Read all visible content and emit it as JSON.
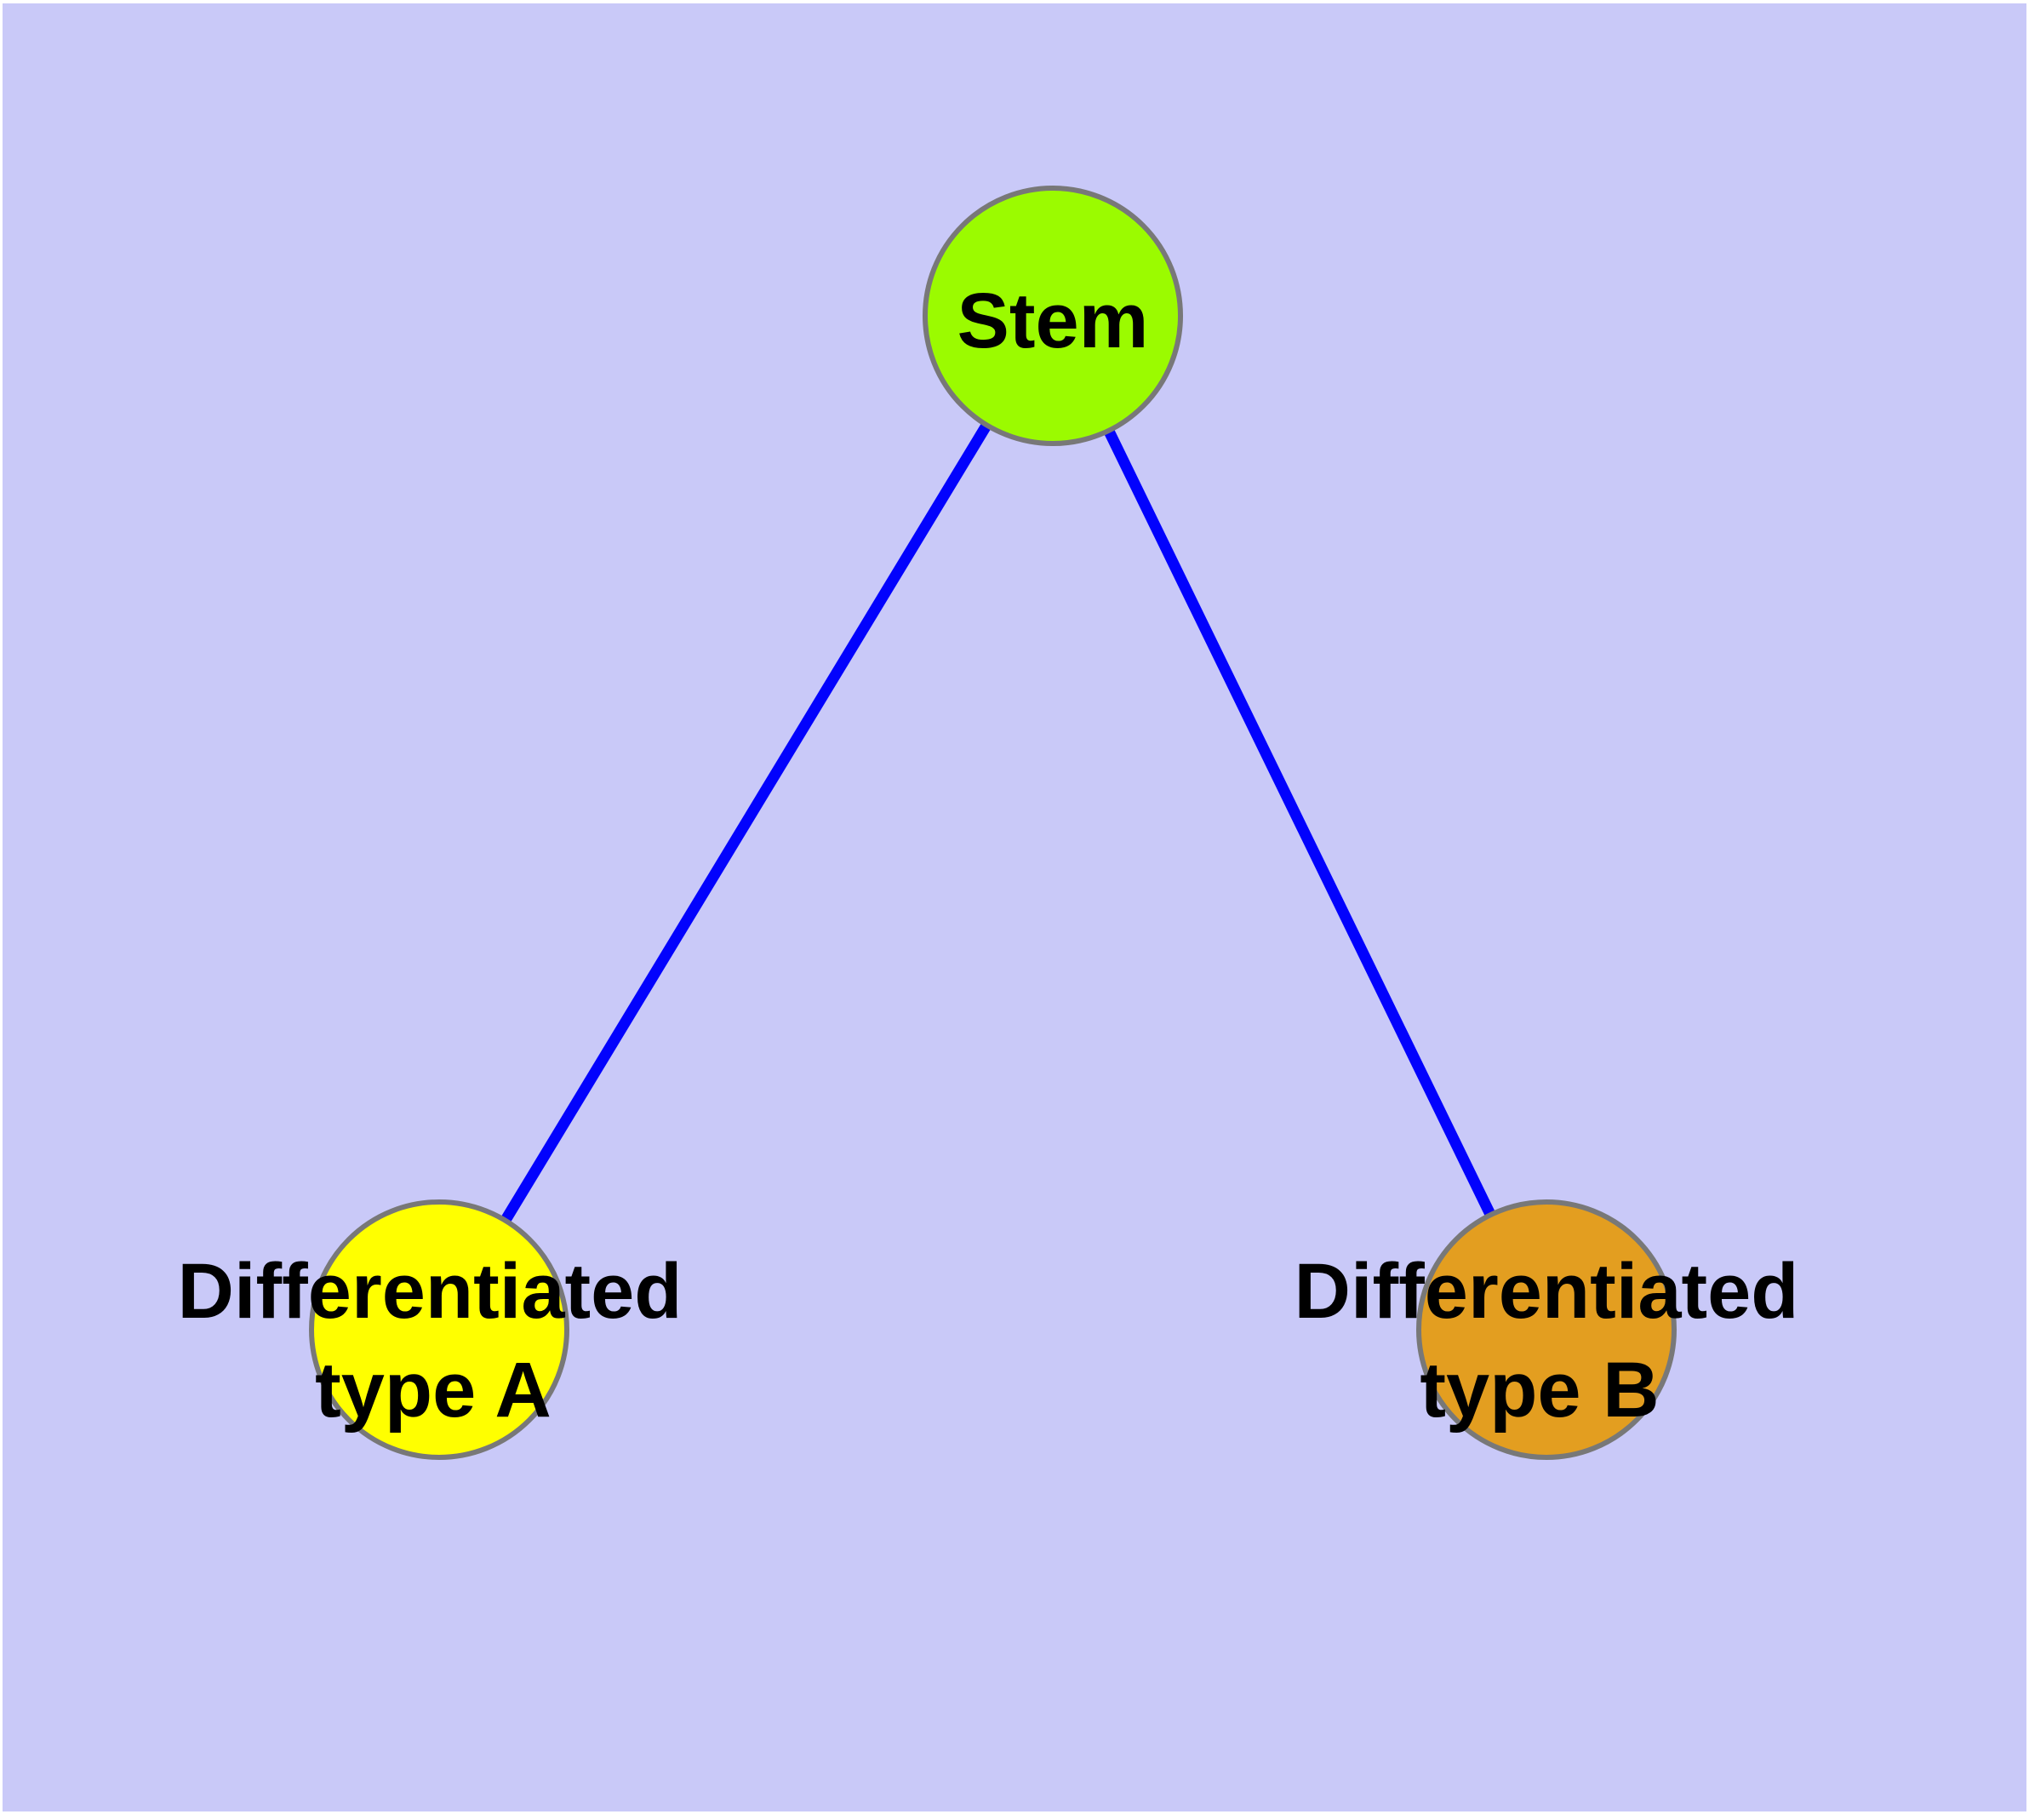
{
  "title": "Stem cell differentiation diagram",
  "colors": {
    "background": "#c9c9f8",
    "page_margin": "#ffffff",
    "edge": "#0202fd",
    "node_border": "#787878",
    "label": "#000000"
  },
  "nodes": {
    "stem": {
      "label": "Stem",
      "color": "#9bfb00"
    },
    "type_a": {
      "label_line1": "Differentiated",
      "label_line2": "type A",
      "color": "#ffff00"
    },
    "type_b": {
      "label_line1": "Differentiated",
      "label_line2": "type B",
      "color": "#e39e20"
    }
  },
  "edges": [
    {
      "from": "Stem",
      "to": "Differentiated type A"
    },
    {
      "from": "Stem",
      "to": "Differentiated type B"
    }
  ]
}
